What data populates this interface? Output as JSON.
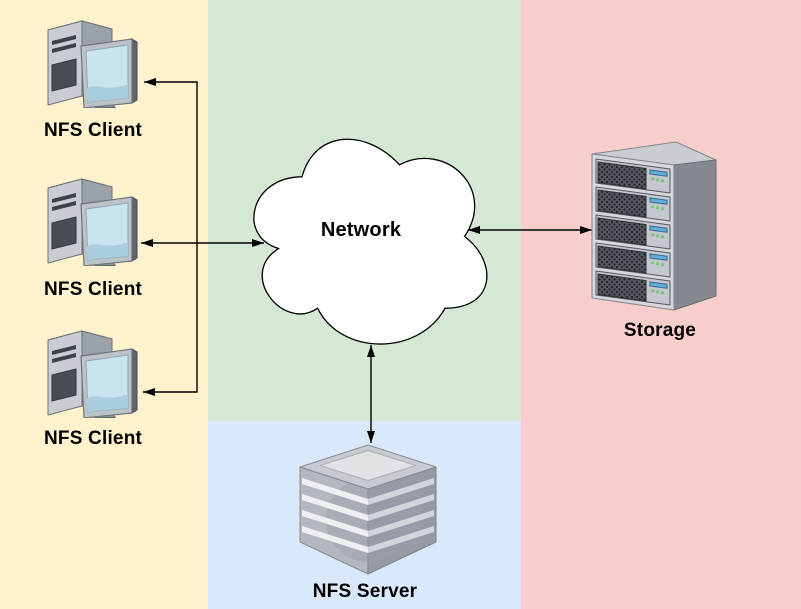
{
  "panels": {
    "clients": {
      "bg": "#FFF2CC"
    },
    "network": {
      "bg": "#D5E8D4"
    },
    "nfs_server": {
      "bg": "#DAE8FC"
    },
    "storage": {
      "bg": "#F8CECC"
    }
  },
  "nodes": {
    "clients": [
      {
        "label": "NFS Client"
      },
      {
        "label": "NFS Client"
      },
      {
        "label": "NFS Client"
      }
    ],
    "network": {
      "label": "Network"
    },
    "nfs_server": {
      "label": "NFS Server"
    },
    "storage": {
      "label": "Storage"
    }
  },
  "icons": {
    "client": "desktop-computer-icon",
    "network": "cloud-icon",
    "nfs_server": "server-stack-icon",
    "storage": "rack-server-icon"
  },
  "style": {
    "connector_color": "#000000",
    "cloud_fill": "#FFFFFF",
    "cloud_stroke": "#000000",
    "label_color": "#000000"
  }
}
